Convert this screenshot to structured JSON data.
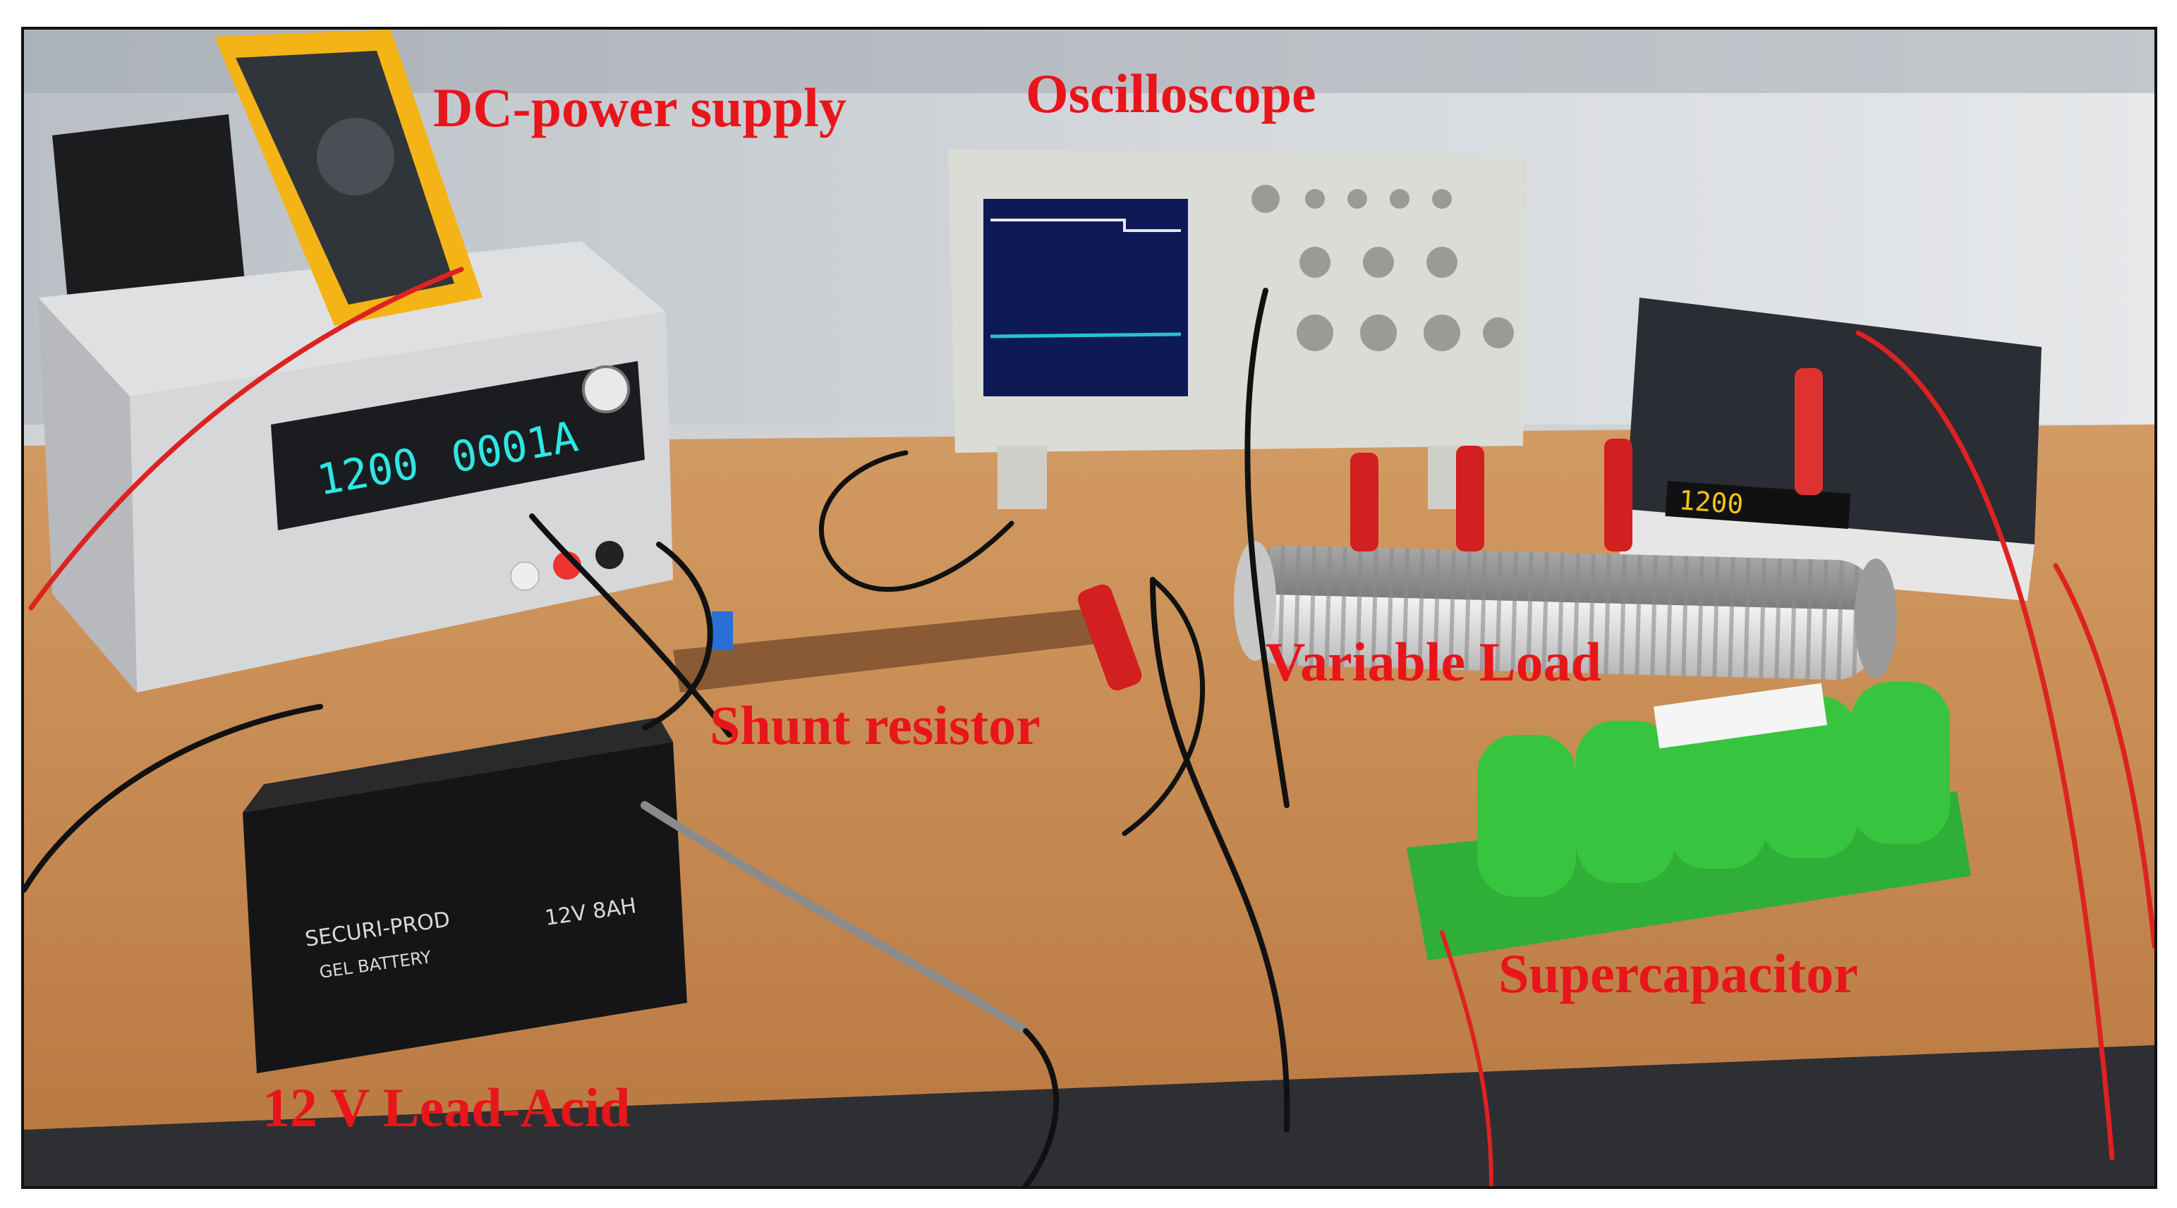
{
  "labels": {
    "dc_power_supply": "DC-power supply",
    "oscilloscope": "Oscilloscope",
    "variable_load": "Variable Load",
    "shunt_resistor": "Shunt resistor",
    "supercapacitor": "Supercapacitor",
    "lead_acid": "12 V Lead-Acid"
  },
  "readouts": {
    "psu_voltage": "1200",
    "psu_current": "0001A",
    "load_display": "1200"
  },
  "battery_text": {
    "brand": "SECURI-PROD",
    "rating": "12V 8AH",
    "type": "GEL BATTERY"
  },
  "colors": {
    "label": "#e8151b",
    "frame": "#111111",
    "table": "#c98d55",
    "wall": "#c9ced3",
    "supercap_green": "#37c43f"
  }
}
